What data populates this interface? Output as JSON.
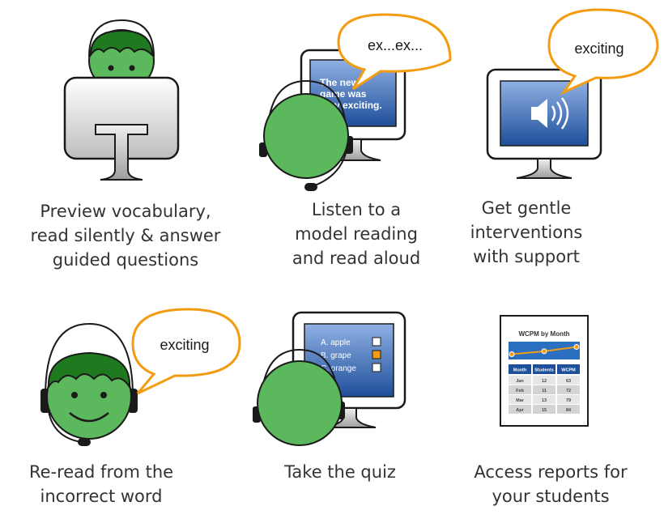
{
  "colors": {
    "skin": "#5cb85c",
    "hair": "#1f7a1f",
    "outline": "#1a1a1a",
    "bubble_border": "#f39c12",
    "screen_top": "#7d9fd6",
    "screen_bottom": "#1f4f9a",
    "monitor_frame": "#ffffff",
    "checkbox_active": "#f39c12",
    "caption_text": "#333333"
  },
  "steps": [
    {
      "caption": [
        "Preview vocabulary,",
        "read silently & answer",
        "guided questions"
      ]
    },
    {
      "bubble": "ex...ex...",
      "screen_lines": [
        "The new",
        "game was",
        "very exciting."
      ],
      "caption": [
        "Listen to a",
        "model reading",
        "and read aloud"
      ]
    },
    {
      "bubble": "exciting",
      "icon": "speaker-icon",
      "caption": [
        "Get gentle",
        "interventions",
        "with support"
      ]
    },
    {
      "bubble": "exciting",
      "caption": [
        "Re-read from the",
        "incorrect word"
      ]
    },
    {
      "quiz_options": [
        "A. apple",
        "B. grape",
        "C. orange"
      ],
      "caption": [
        "Take the quiz"
      ]
    },
    {
      "report": {
        "title": "WCPM by Month",
        "columns": [
          "Month",
          "Students",
          "WCPM"
        ],
        "rows": [
          [
            "Jan",
            "12",
            "63"
          ],
          [
            "Feb",
            "11",
            "72"
          ],
          [
            "Mar",
            "13",
            "79"
          ],
          [
            "Apr",
            "15",
            "84"
          ]
        ],
        "trend": [
          0.25,
          0.45,
          0.75
        ]
      },
      "caption": [
        "Access reports for",
        "your students"
      ]
    }
  ]
}
